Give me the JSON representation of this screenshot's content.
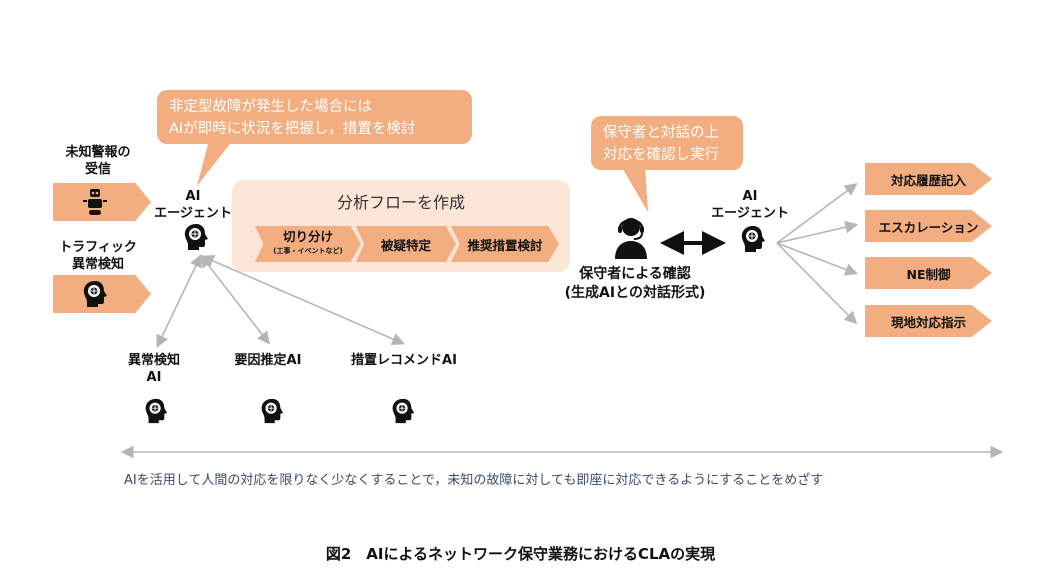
{
  "colors": {
    "accent": "#f2ae80",
    "panel": "#fbe5d6",
    "arrow": "#b5b5b5",
    "footnote_text": "#3b4a6b"
  },
  "bubbles": {
    "left_line1": "非定型故障が発生した場合には",
    "left_line2": "AIが即時に状況を把握し，措置を検討",
    "right_line1": "保守者と対話の上",
    "right_line2": "対応を確認し実行"
  },
  "inputs": {
    "unknown_alarm_line1": "未知警報の",
    "unknown_alarm_line2": "受信",
    "traffic_line1": "トラフィック",
    "traffic_line2": "異常検知"
  },
  "left_agent": {
    "line1": "AI",
    "line2": "エージェント"
  },
  "flow": {
    "title": "分析フローを作成",
    "steps": [
      {
        "label": "切り分け",
        "sub": "(工事・イベントなど)"
      },
      {
        "label": "被疑特定"
      },
      {
        "label": "推奨措置検討"
      }
    ]
  },
  "sub_ai": [
    {
      "line1": "異常検知",
      "line2": "AI"
    },
    {
      "line1": "要因推定AI"
    },
    {
      "line1": "措置レコメンドAI"
    }
  ],
  "operator": {
    "line1": "保守者による確認",
    "line2": "(生成AIとの対話形式)"
  },
  "right_agent": {
    "line1": "AI",
    "line2": "エージェント"
  },
  "actions": [
    "対応履歴記入",
    "エスカレーション",
    "NE制御",
    "現地対応指示"
  ],
  "goal_text": "AIを活用して人間の対応を限りなく少なくすることで，未知の故障に対しても即座に対応できるようにすることをめざす",
  "caption": "図2　AIによるネットワーク保守業務におけるCLAの実現",
  "icons": {
    "brain": "brain-head-icon",
    "robot": "robot-icon",
    "operator": "headset-operator-icon"
  }
}
